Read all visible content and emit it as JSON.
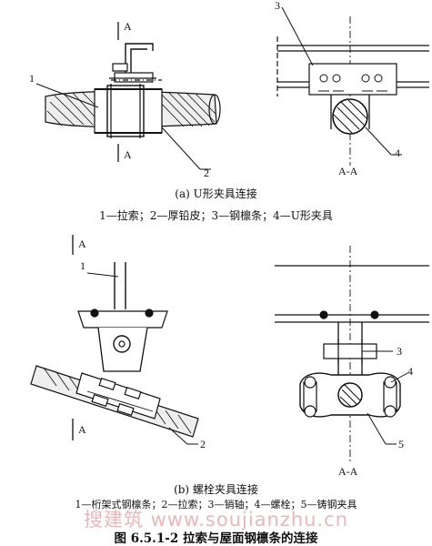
{
  "part_a": {
    "callouts": [
      "1",
      "2",
      "3",
      "4"
    ],
    "section_letters": [
      "A",
      "A"
    ],
    "section_label": "A-A",
    "caption": "(a) U形夹具连接",
    "legend": "1—拉索；2—厚铅皮；3—钢檩条；4—U形夹具"
  },
  "part_b": {
    "callouts": [
      "1",
      "2",
      "3",
      "4",
      "5"
    ],
    "section_letters": [
      "A",
      "A"
    ],
    "section_label": "A-A",
    "caption": "(b) 螺栓夹具连接",
    "legend": "1—桁架式钢檩条；2—拉索；3—销轴；4—螺栓；5—铸钢夹具"
  },
  "figure_title": "图 6.5.1-2  拉索与屋面钢檩条的连接",
  "watermark": "搜建筑 www.soujianzhu.cn"
}
